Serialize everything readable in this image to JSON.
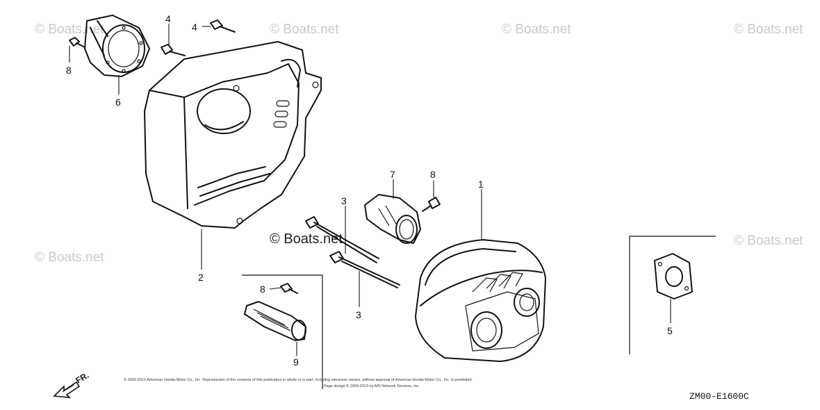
{
  "watermarks": {
    "faint": "© Boats.net",
    "center": "© Boats.net"
  },
  "callouts": {
    "p1": "1",
    "p2": "2",
    "p3a": "3",
    "p3b": "3",
    "p4a": "4",
    "p4b": "4",
    "p5": "5",
    "p6": "6",
    "p7": "7",
    "p8a": "8",
    "p8b": "8",
    "p8c": "8",
    "p9": "9"
  },
  "direction_label": "FR.",
  "diagram_code": "ZM00-E1600C",
  "copyright_line1": "© 2002-2013 American Honda Motor Co., Inc. Reproduction of the contents of this publication in whole or in part, including electronic means, without approval of American Honda Motor Co., Inc. is prohibited.",
  "copyright_line2": "Page design © 2004-2013 by ARI Network Services, Inc."
}
